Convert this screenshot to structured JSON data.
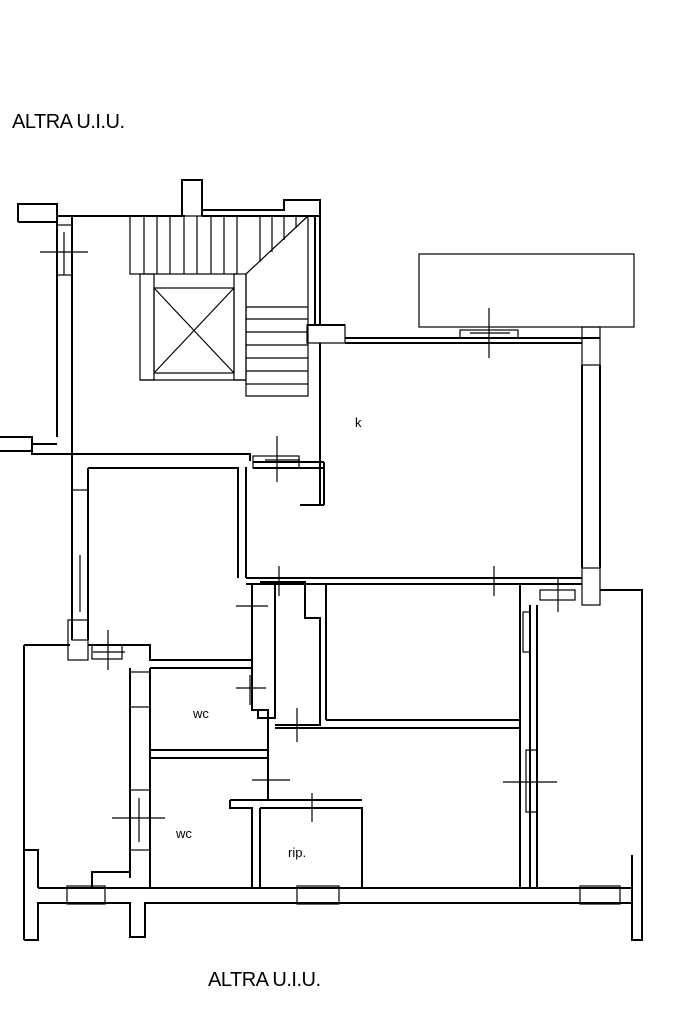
{
  "labels": {
    "top_neighbor": "ALTRA U.I.U.",
    "bottom_neighbor": "ALTRA U.I.U.",
    "kitchen": "k",
    "wc_upper": "wc",
    "wc_lower": "wc",
    "storage": "rip."
  },
  "colors": {
    "line": "#000000",
    "background": "#ffffff"
  }
}
